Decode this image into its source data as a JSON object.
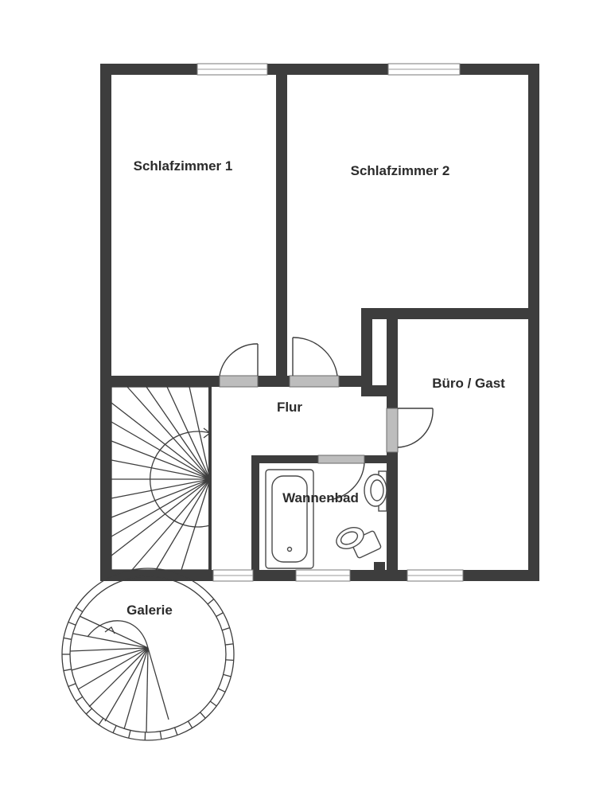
{
  "rooms": {
    "schlafzimmer1": "Schlafzimmer 1",
    "schlafzimmer2": "Schlafzimmer 2",
    "buero": "Büro / Gast",
    "flur": "Flur",
    "wannenbad": "Wannenbad",
    "galerie": "Galerie"
  },
  "colors": {
    "wall": "#3d3d3d",
    "door": "#bdbdbd",
    "background": "#ffffff"
  }
}
